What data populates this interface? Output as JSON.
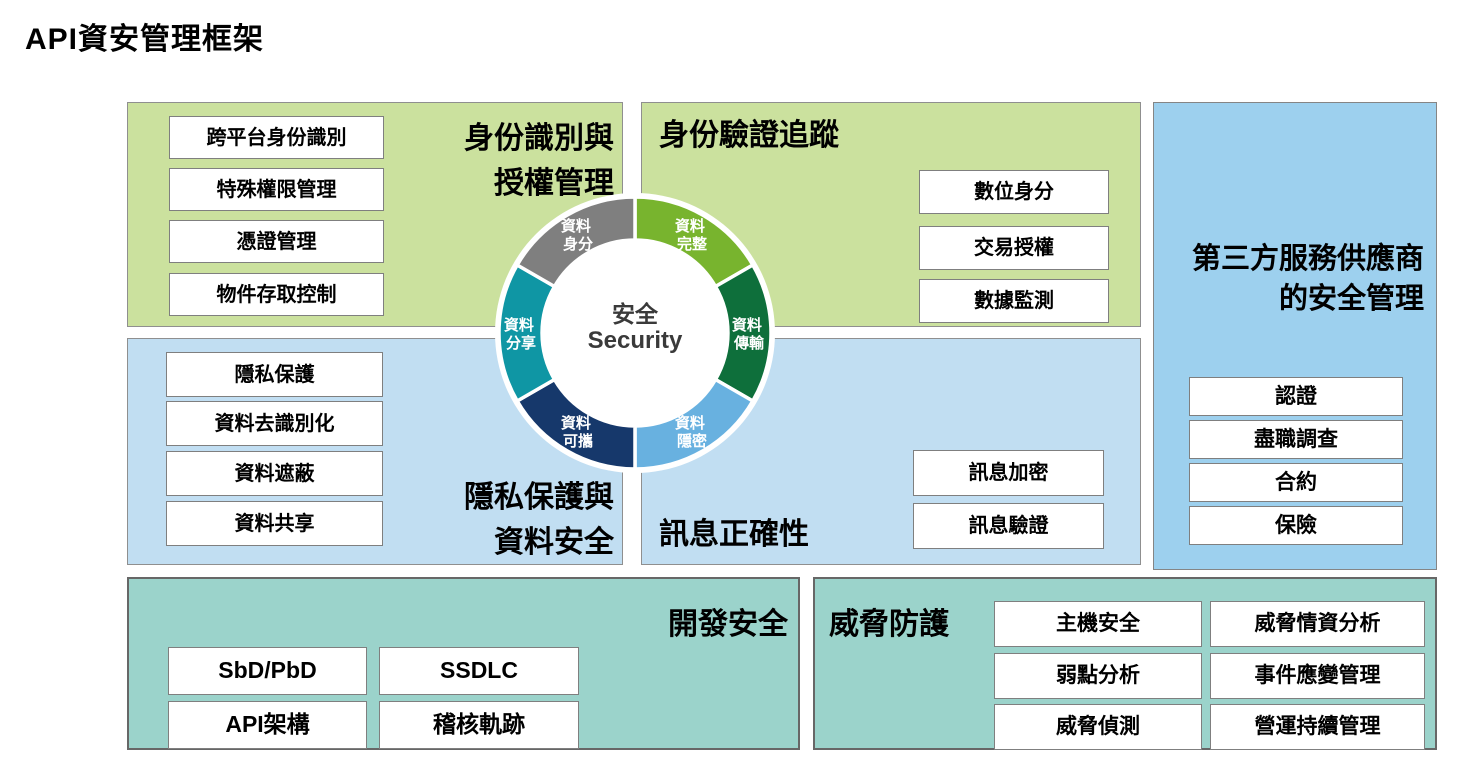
{
  "title": "API資安管理框架",
  "colors": {
    "green_panel": "#cbe19e",
    "light_blue_panel": "#c1def2",
    "medium_blue_panel": "#9dd0ee",
    "teal_panel": "#9bd3cb",
    "node_background": "#ffffff",
    "node_border": "#7f7f7f"
  },
  "panels": {
    "identity": {
      "title_line1": "身份識別與",
      "title_line2": "授權管理",
      "items": [
        "跨平台身份識別",
        "特殊權限管理",
        "憑證管理",
        "物件存取控制"
      ]
    },
    "auth_tracking": {
      "title": "身份驗證追蹤",
      "items": [
        "數位身分",
        "交易授權",
        "數據監測"
      ]
    },
    "privacy": {
      "title_line1": "隱私保護與",
      "title_line2": "資料安全",
      "items": [
        "隱私保護",
        "資料去識別化",
        "資料遮蔽",
        "資料共享"
      ]
    },
    "message": {
      "title": "訊息正確性",
      "items": [
        "訊息加密",
        "訊息驗證"
      ]
    },
    "third_party": {
      "title_line1": "第三方服務供應商",
      "title_line2": "的安全管理",
      "items": [
        "認證",
        "盡職調查",
        "合約",
        "保險"
      ]
    },
    "dev_security": {
      "title": "開發安全",
      "items": [
        "SbD/PbD",
        "SSDLC",
        "API架構",
        "稽核軌跡"
      ]
    },
    "threat": {
      "title": "威脅防護",
      "items": [
        "主機安全",
        "威脅情資分析",
        "弱點分析",
        "事件應變管理",
        "威脅偵測",
        "營運持續管理"
      ]
    }
  },
  "donut": {
    "center": {
      "line1": "安全",
      "line2": "Security"
    },
    "segments": [
      {
        "label_line1": "資料",
        "label_line2": "完整",
        "color": "#78b42e"
      },
      {
        "label_line1": "資料",
        "label_line2": "傳輸",
        "color": "#0e6f3b"
      },
      {
        "label_line1": "資料",
        "label_line2": "隱密",
        "color": "#68b1e0"
      },
      {
        "label_line1": "資料",
        "label_line2": "可攜",
        "color": "#16386b"
      },
      {
        "label_line1": "資料",
        "label_line2": "分享",
        "color": "#0f96a4"
      },
      {
        "label_line1": "資料",
        "label_line2": "身分",
        "color": "#7f7f7f"
      }
    ]
  }
}
